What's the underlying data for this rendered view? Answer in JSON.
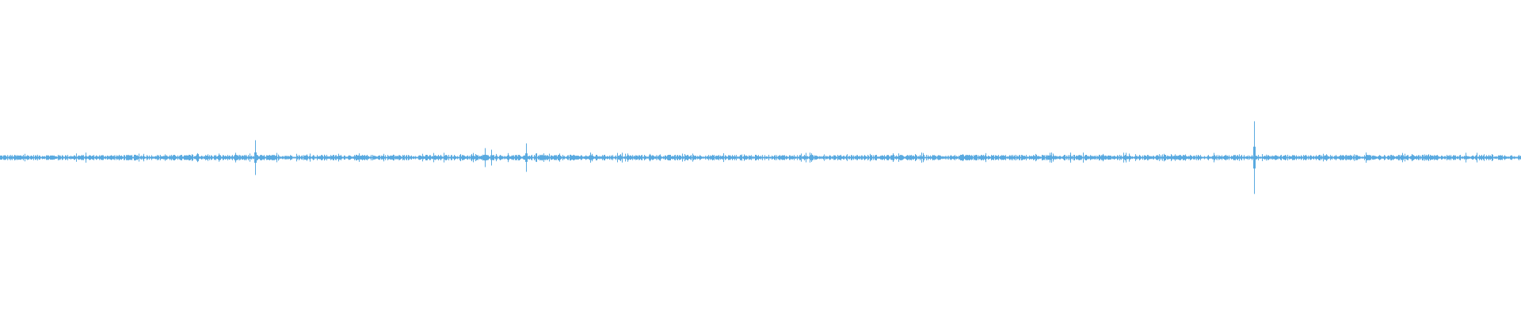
{
  "waveform": {
    "type": "audio-waveform",
    "color": "#5aaae0",
    "background": "#ffffff",
    "channels": 1,
    "baseline_amplitude": 0.012,
    "peak_amplitude": 0.23
  }
}
